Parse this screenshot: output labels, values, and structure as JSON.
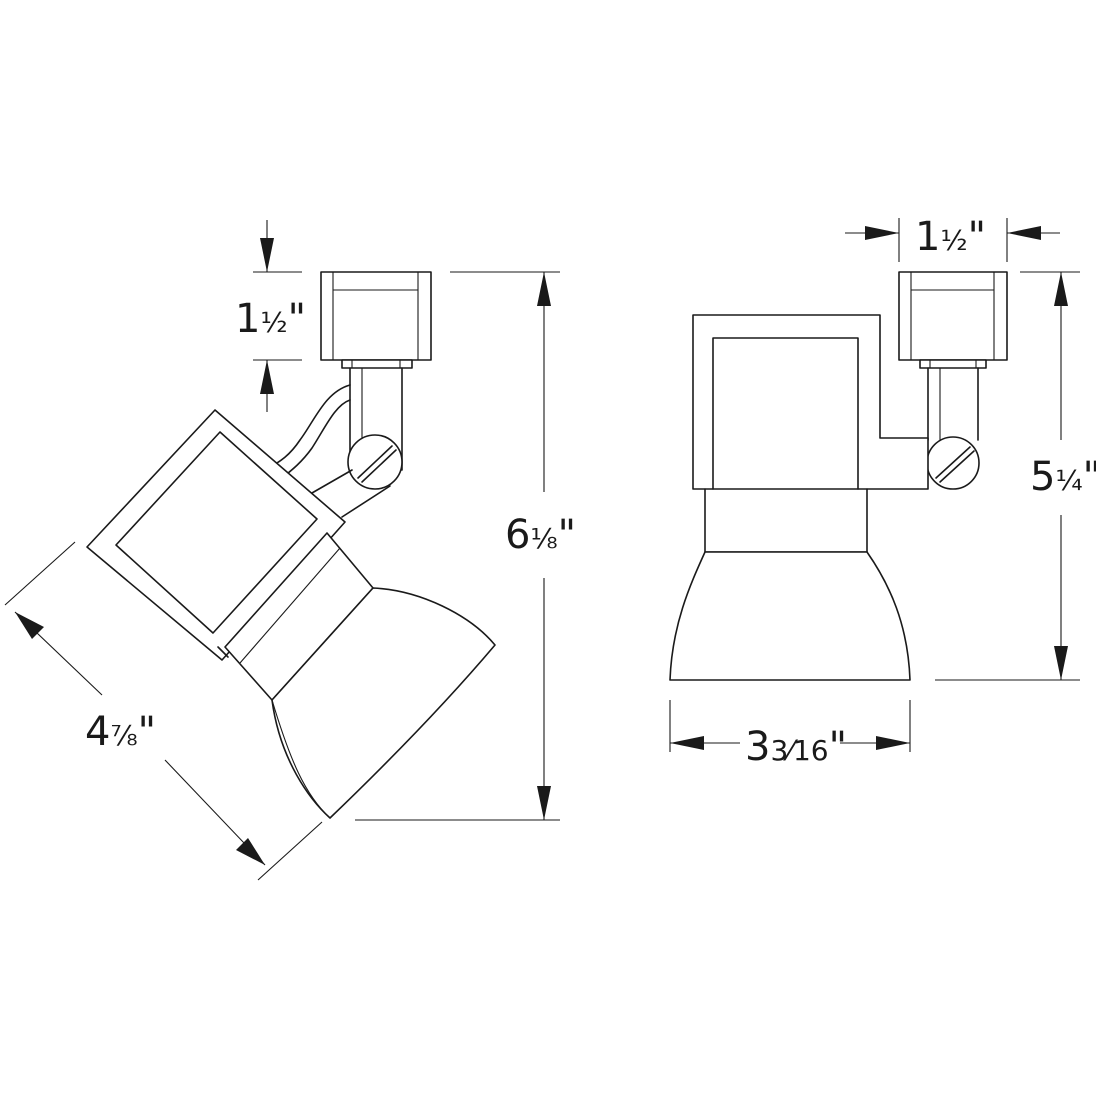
{
  "side_view": {
    "adapter_height": {
      "whole": "1",
      "frac": "½",
      "unit": "\""
    },
    "overall_height": {
      "whole": "6",
      "frac": "⅛",
      "unit": "\""
    },
    "head_length": {
      "whole": "4",
      "frac": "⅞",
      "unit": "\""
    }
  },
  "front_view": {
    "adapter_width": {
      "whole": "1",
      "frac": "½",
      "unit": "\""
    },
    "overall_height": {
      "whole": "5",
      "frac": "¼",
      "unit": "\""
    },
    "head_width": {
      "whole": "3",
      "frac": "3⁄16",
      "unit": "\""
    }
  }
}
